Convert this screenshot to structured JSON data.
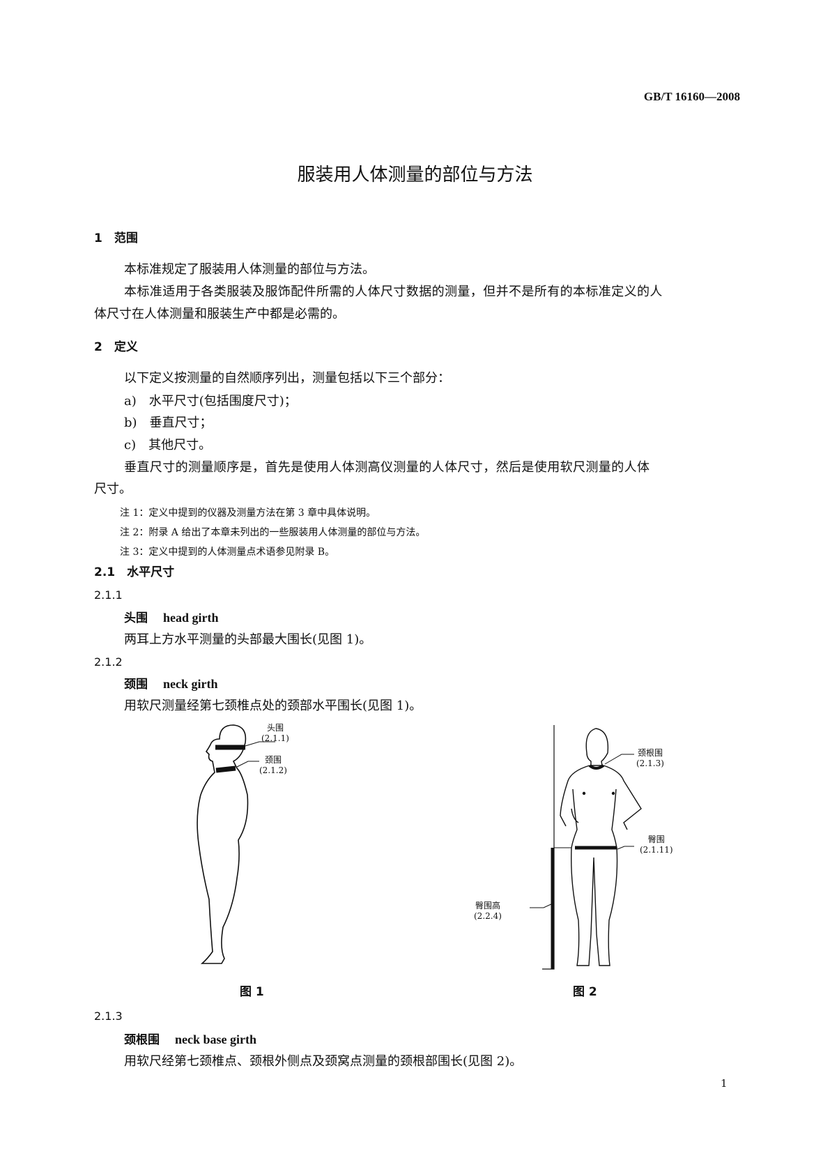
{
  "header": {
    "standard_no": "GB/T 16160—2008"
  },
  "title": "服装用人体测量的部位与方法",
  "sections": {
    "s1": {
      "heading": "1　范围",
      "p1": "本标准规定了服装用人体测量的部位与方法。",
      "p2a": "本标准适用于各类服装及服饰配件所需的人体尺寸数据的测量，但并不是所有的本标准定义的人",
      "p2b": "体尺寸在人体测量和服装生产中都是必需的。"
    },
    "s2": {
      "heading": "2　定义",
      "intro": "以下定义按测量的自然顺序列出，测量包括以下三个部分：",
      "items": [
        "a)　水平尺寸(包括围度尺寸)；",
        "b)　垂直尺寸；",
        "c)　其他尺寸。"
      ],
      "order_a": "垂直尺寸的测量顺序是，首先是使用人体测高仪测量的人体尺寸，然后是使用软尺测量的人体",
      "order_b": "尺寸。",
      "notes": [
        "注 1：定义中提到的仪器及测量方法在第 3 章中具体说明。",
        "注 2：附录 A 给出了本章未列出的一些服装用人体测量的部位与方法。",
        "注 3：定义中提到的人体测量点术语参见附录 B。"
      ]
    },
    "s21": {
      "heading": "2.1　水平尺寸"
    },
    "s211": {
      "number": "2.1.1",
      "term_zh": "头围",
      "term_en": "head girth",
      "def": "两耳上方水平测量的头部最大围长(见图 1)。"
    },
    "s212": {
      "number": "2.1.2",
      "term_zh": "颈围",
      "term_en": "neck girth",
      "def": "用软尺测量经第七颈椎点处的颈部水平围长(见图 1)。"
    },
    "s213": {
      "number": "2.1.3",
      "term_zh": "颈根围",
      "term_en": "neck base girth",
      "def": "用软尺经第七颈椎点、颈根外侧点及颈窝点测量的颈根部围长(见图 2)。"
    }
  },
  "figures": {
    "fig1": {
      "caption": "图 1",
      "labels": [
        {
          "name": "头围",
          "ref": "(2.1.1)"
        },
        {
          "name": "颈围",
          "ref": "(2.1.2)"
        }
      ]
    },
    "fig2": {
      "caption": "图 2",
      "labels": [
        {
          "name": "颈根围",
          "ref": "(2.1.3)"
        },
        {
          "name": "臀围",
          "ref": "(2.1.11)"
        },
        {
          "name": "臀围高",
          "ref": "(2.2.4)"
        }
      ]
    }
  },
  "page_number": "1"
}
